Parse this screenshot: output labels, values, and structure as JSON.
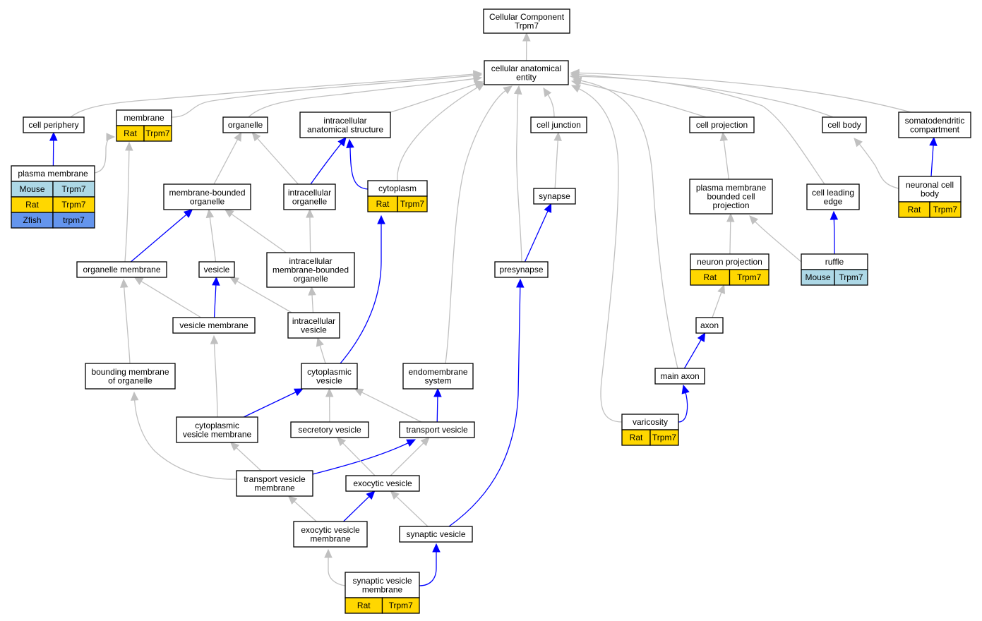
{
  "colors": {
    "rat": "#ffd700",
    "mouse": "#add8e6",
    "zfish": "#6495ed",
    "edge_gray": "#c0c0c0",
    "edge_blue": "#0000ff"
  },
  "nodes": {
    "root": {
      "lines": [
        "Cellular Component",
        "Trpm7"
      ]
    },
    "cae": {
      "lines": [
        "cellular anatomical",
        "entity"
      ]
    },
    "cell_periphery": {
      "lines": [
        "cell periphery"
      ]
    },
    "membrane": {
      "lines": [
        "membrane"
      ],
      "ann": [
        [
          "Rat",
          "Trpm7",
          "rat"
        ]
      ]
    },
    "organelle": {
      "lines": [
        "organelle"
      ]
    },
    "ias": {
      "lines": [
        "intracellular",
        "anatomical structure"
      ]
    },
    "cell_junction": {
      "lines": [
        "cell junction"
      ]
    },
    "cell_projection": {
      "lines": [
        "cell projection"
      ]
    },
    "cell_body": {
      "lines": [
        "cell body"
      ]
    },
    "somato": {
      "lines": [
        "somatodendritic",
        "compartment"
      ]
    },
    "plasma_membrane": {
      "lines": [
        "plasma membrane"
      ],
      "ann": [
        [
          "Mouse",
          "Trpm7",
          "mouse"
        ],
        [
          "Rat",
          "Trpm7",
          "rat"
        ],
        [
          "Zfish",
          "trpm7",
          "zfish"
        ]
      ]
    },
    "mbo": {
      "lines": [
        "membrane-bounded",
        "organelle"
      ]
    },
    "io": {
      "lines": [
        "intracellular",
        "organelle"
      ]
    },
    "cytoplasm": {
      "lines": [
        "cytoplasm"
      ],
      "ann": [
        [
          "Rat",
          "Trpm7",
          "rat"
        ]
      ]
    },
    "synapse": {
      "lines": [
        "synapse"
      ]
    },
    "pmbcp": {
      "lines": [
        "plasma membrane",
        "bounded cell",
        "projection"
      ]
    },
    "cle": {
      "lines": [
        "cell leading",
        "edge"
      ]
    },
    "ncb": {
      "lines": [
        "neuronal cell",
        "body"
      ],
      "ann": [
        [
          "Rat",
          "Trpm7",
          "rat"
        ]
      ]
    },
    "om": {
      "lines": [
        "organelle membrane"
      ]
    },
    "vesicle": {
      "lines": [
        "vesicle"
      ]
    },
    "imbo": {
      "lines": [
        "intracellular",
        "membrane-bounded",
        "organelle"
      ]
    },
    "presynapse": {
      "lines": [
        "presynapse"
      ]
    },
    "neuron_projection": {
      "lines": [
        "neuron projection"
      ],
      "ann": [
        [
          "Rat",
          "Trpm7",
          "rat"
        ]
      ]
    },
    "ruffle": {
      "lines": [
        "ruffle"
      ],
      "ann": [
        [
          "Mouse",
          "Trpm7",
          "mouse"
        ]
      ]
    },
    "vm": {
      "lines": [
        "vesicle membrane"
      ]
    },
    "iv": {
      "lines": [
        "intracellular",
        "vesicle"
      ]
    },
    "axon": {
      "lines": [
        "axon"
      ]
    },
    "bmo": {
      "lines": [
        "bounding membrane",
        "of organelle"
      ]
    },
    "cv": {
      "lines": [
        "cytoplasmic",
        "vesicle"
      ]
    },
    "es": {
      "lines": [
        "endomembrane",
        "system"
      ]
    },
    "main_axon": {
      "lines": [
        "main axon"
      ]
    },
    "cvm": {
      "lines": [
        "cytoplasmic",
        "vesicle membrane"
      ]
    },
    "sec_v": {
      "lines": [
        "secretory vesicle"
      ]
    },
    "tv": {
      "lines": [
        "transport vesicle"
      ]
    },
    "varicosity": {
      "lines": [
        "varicosity"
      ],
      "ann": [
        [
          "Rat",
          "Trpm7",
          "rat"
        ]
      ]
    },
    "tvm": {
      "lines": [
        "transport vesicle",
        "membrane"
      ]
    },
    "ev": {
      "lines": [
        "exocytic vesicle"
      ]
    },
    "evm": {
      "lines": [
        "exocytic vesicle",
        "membrane"
      ]
    },
    "syn_v": {
      "lines": [
        "synaptic vesicle"
      ]
    },
    "svm": {
      "lines": [
        "synaptic vesicle",
        "membrane"
      ],
      "ann": [
        [
          "Rat",
          "Trpm7",
          "rat"
        ]
      ]
    }
  }
}
